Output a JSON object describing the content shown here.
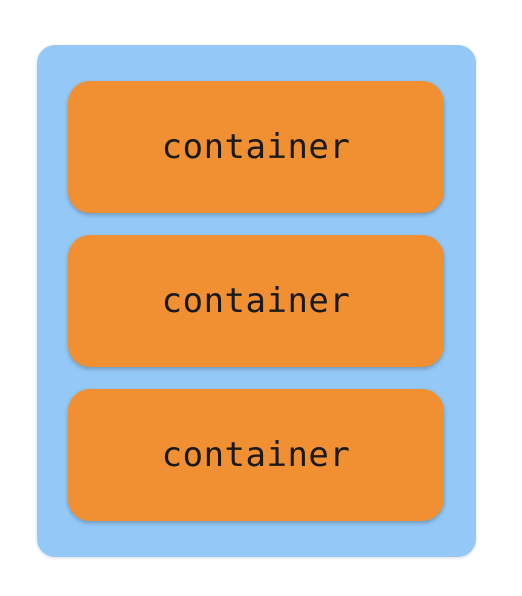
{
  "diagram": {
    "outer_color": "#94c9f7",
    "box_color": "#f09032",
    "containers": [
      {
        "label": "container"
      },
      {
        "label": "container"
      },
      {
        "label": "container"
      }
    ]
  }
}
